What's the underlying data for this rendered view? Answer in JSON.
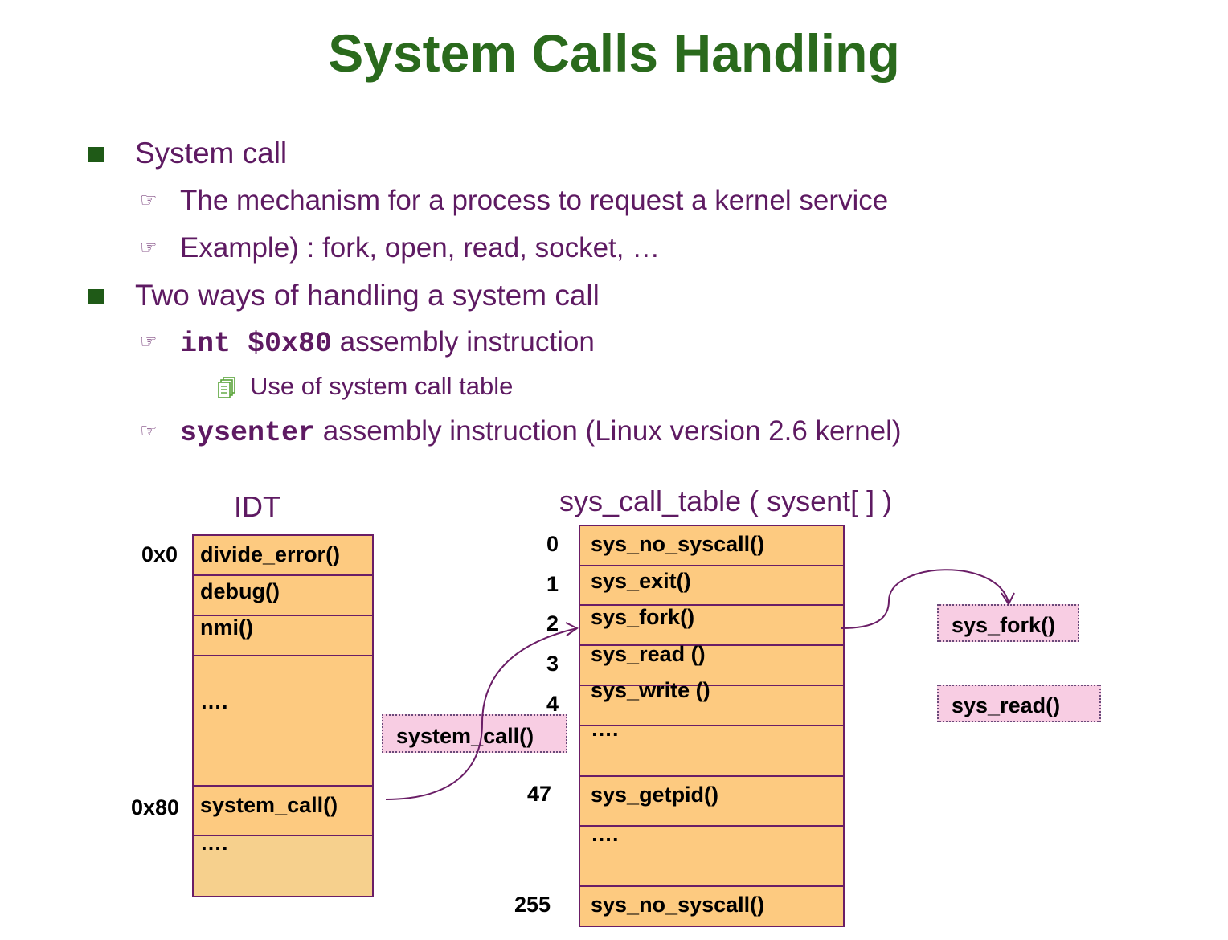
{
  "title": "System Calls Handling",
  "bullets": [
    {
      "text": "System call",
      "sub": [
        {
          "text": "The mechanism for a process to request a kernel service"
        },
        {
          "text": "Example) : fork, open, read, socket, …"
        }
      ]
    },
    {
      "text": "Two ways of handling a system call",
      "sub": [
        {
          "code": "int $0x80",
          "text": " assembly instruction",
          "sub": [
            {
              "text": "Use of system call table"
            }
          ]
        },
        {
          "code": "sysenter",
          "text": " assembly instruction (Linux version 2.6 kernel)"
        }
      ]
    }
  ],
  "idt": {
    "title": "IDT",
    "rows": [
      {
        "index": "0x0",
        "label": "divide_error()"
      },
      {
        "index": "",
        "label": "debug()"
      },
      {
        "index": "",
        "label": "nmi()"
      },
      {
        "index": "",
        "label": "…."
      },
      {
        "index": "0x80",
        "label": "system_call()"
      },
      {
        "index": "",
        "label": "…."
      }
    ]
  },
  "sys_call_table": {
    "title": "sys_call_table ( sysent[ ] )",
    "rows": [
      {
        "index": "0",
        "label": "sys_no_syscall()"
      },
      {
        "index": "1",
        "label": "sys_exit()"
      },
      {
        "index": "2",
        "label": "sys_fork()"
      },
      {
        "index": "3",
        "label": "sys_read ()"
      },
      {
        "index": "4",
        "label": "sys_write ()"
      },
      {
        "index": "",
        "label": "…."
      },
      {
        "index": "47",
        "label": "sys_getpid()"
      },
      {
        "index": "",
        "label": "…."
      },
      {
        "index": "255",
        "label": "sys_no_syscall()"
      }
    ]
  },
  "handlers": {
    "system_call": "system_call()",
    "sys_fork": "sys_fork()",
    "sys_read": "sys_read()"
  },
  "colors": {
    "title": "#2a6a1c",
    "text": "#5e1a62",
    "table_fill": "#fdca80",
    "table_border": "#6a1d66",
    "handler_fill": "#f8cde3"
  }
}
